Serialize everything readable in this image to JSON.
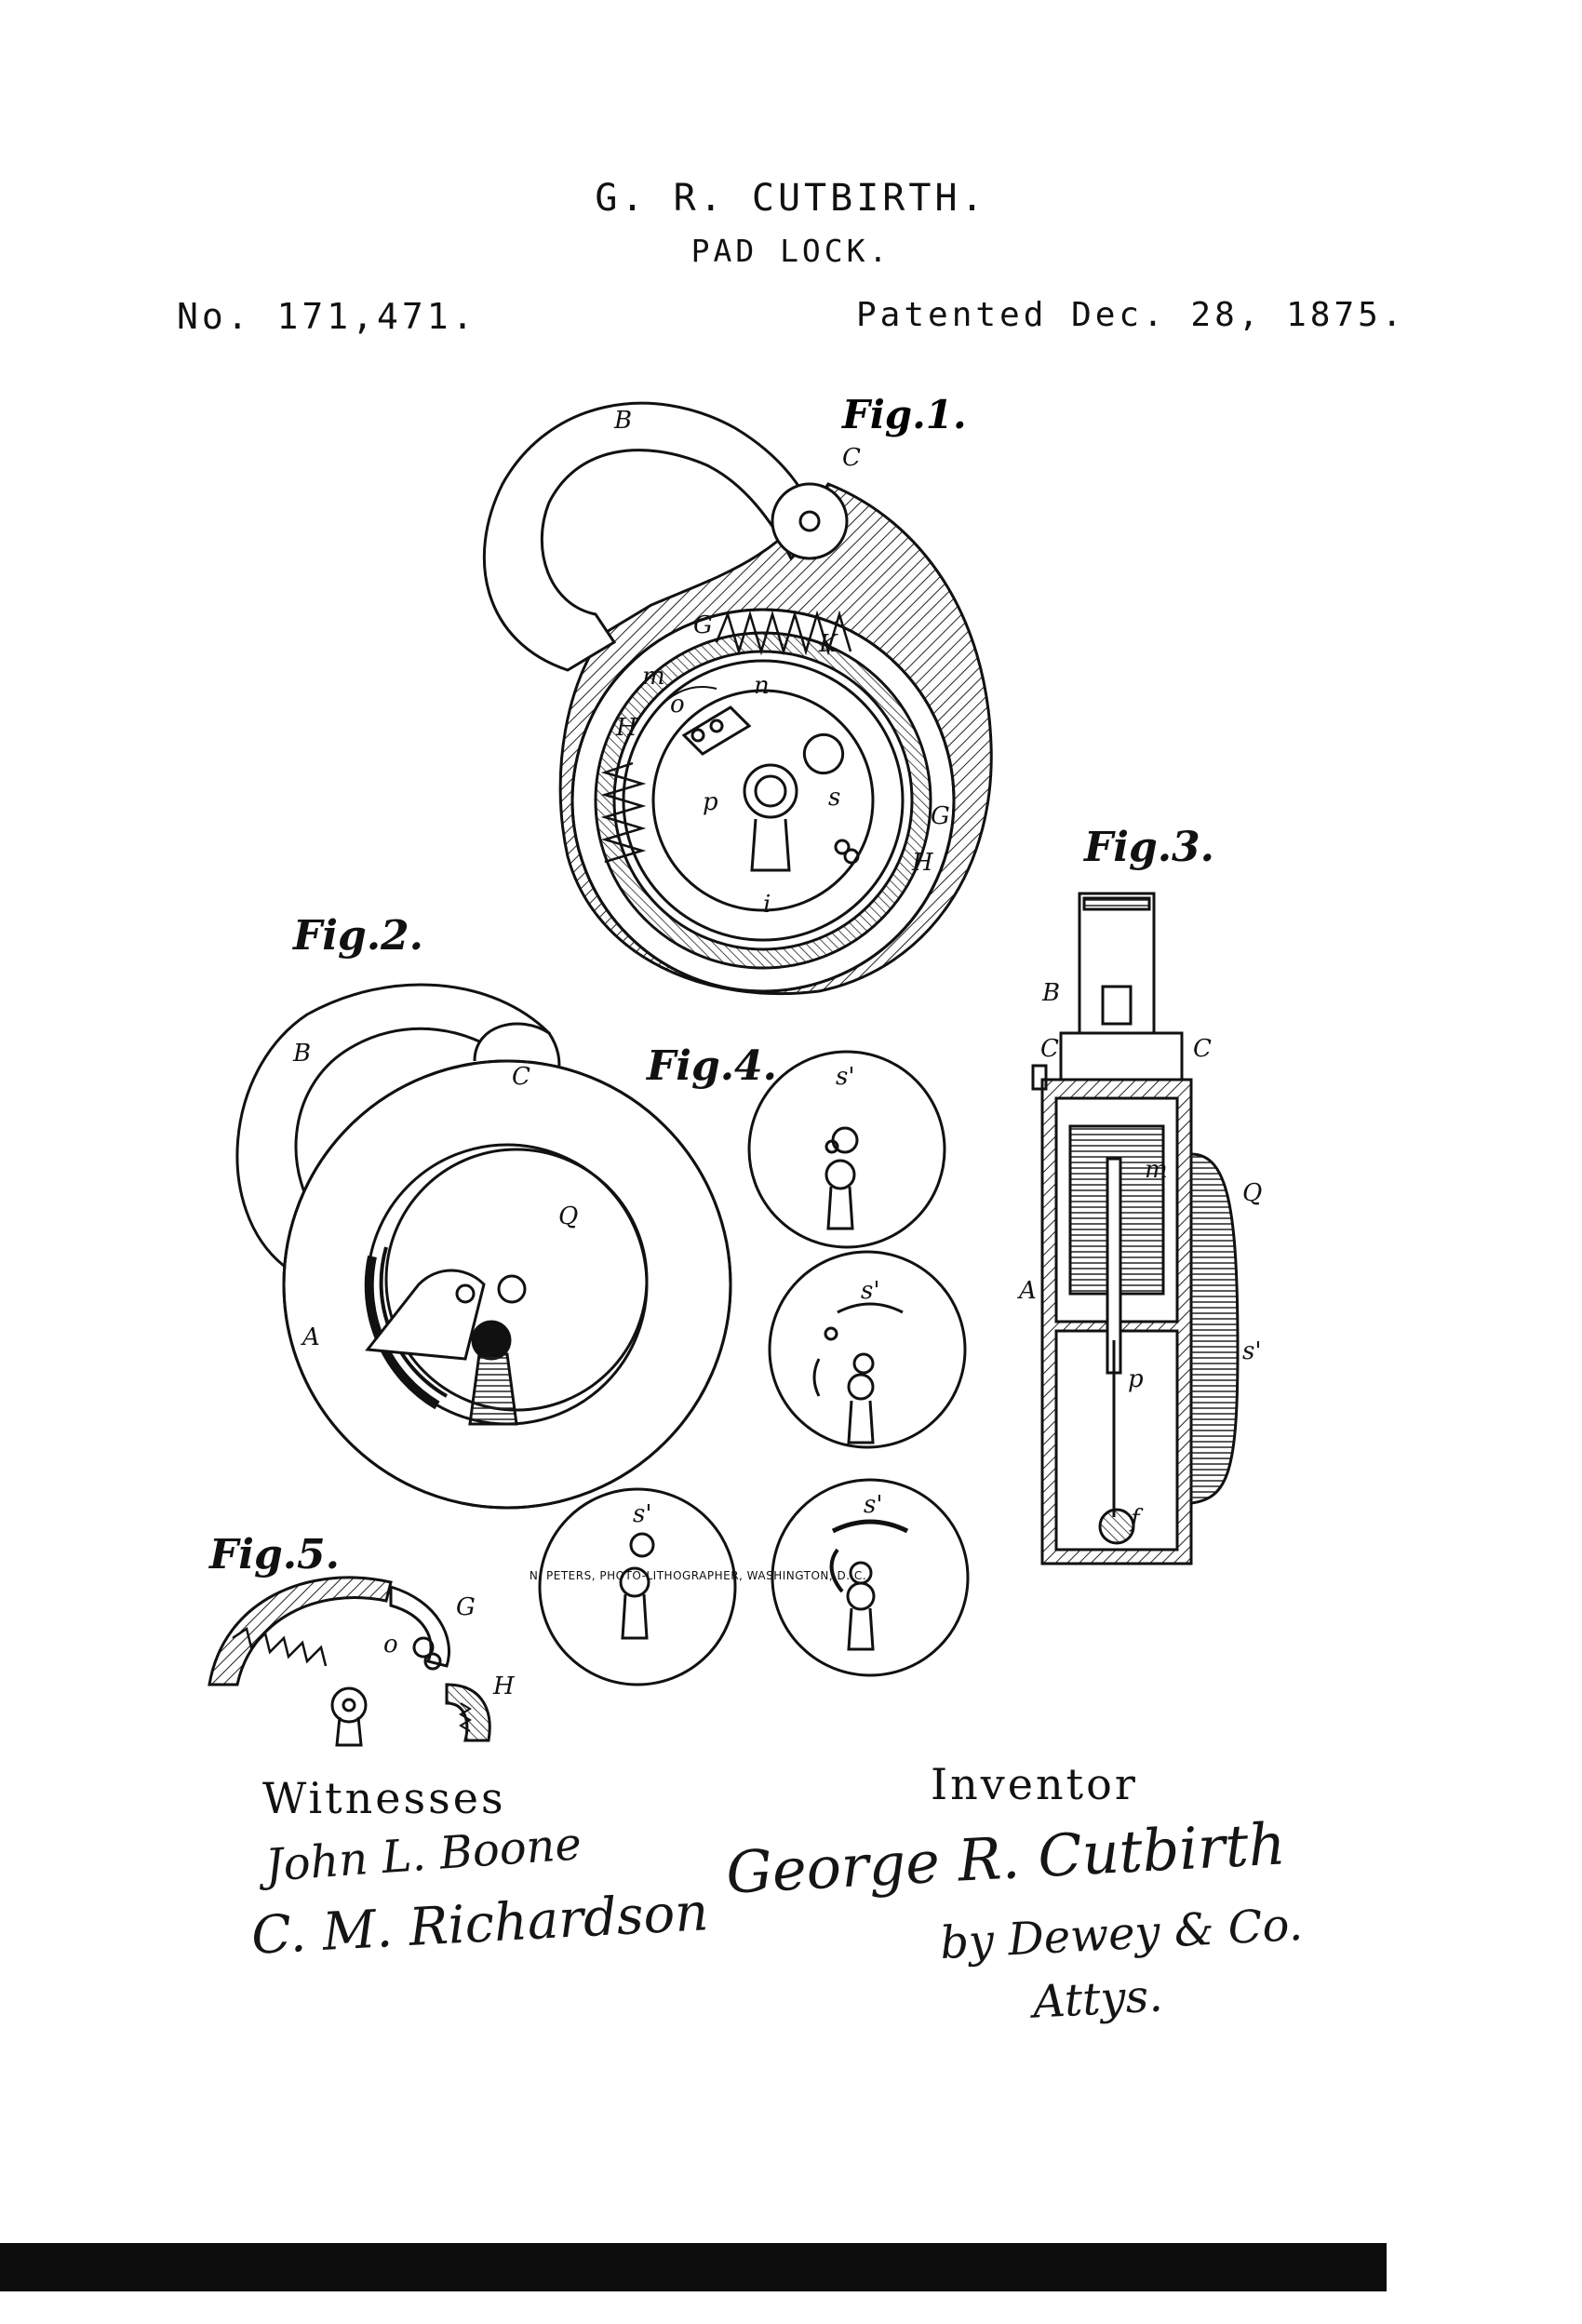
{
  "header": {
    "inventor": "G. R. CUTBIRTH.",
    "title": "PAD LOCK.",
    "patent_number": "No. 171,471.",
    "patent_date": "Patented Dec. 28, 1875."
  },
  "figures": {
    "fig1": {
      "label": "Fig.1.",
      "parts": [
        "B",
        "C",
        "G",
        "K",
        "m",
        "n",
        "o",
        "H",
        "p",
        "s",
        "G",
        "H",
        "i"
      ]
    },
    "fig2": {
      "label": "Fig.2.",
      "parts": [
        "B",
        "C",
        "Q",
        "A"
      ]
    },
    "fig3": {
      "label": "Fig.3.",
      "parts": [
        "B",
        "C",
        "C",
        "m",
        "Q",
        "A",
        "s'",
        "p",
        "f"
      ]
    },
    "fig4": {
      "label": "Fig.4.",
      "parts": [
        "s'",
        "s'",
        "s'",
        "s'"
      ]
    },
    "fig5": {
      "label": "Fig.5.",
      "parts": [
        "G",
        "o",
        "H"
      ]
    }
  },
  "signatures": {
    "witnesses_heading": "Witnesses",
    "witness_1": "John L. Boone",
    "witness_2": "C. M. Richardson",
    "inventor_heading": "Inventor",
    "inventor_signature": "George R. Cutbirth",
    "attorneys_line": "by Dewey & Co.",
    "attorneys_suffix": "Attys."
  },
  "footer": {
    "credit": "N. PETERS, PHOTO-LITHOGRAPHER, WASHINGTON, D. C."
  }
}
